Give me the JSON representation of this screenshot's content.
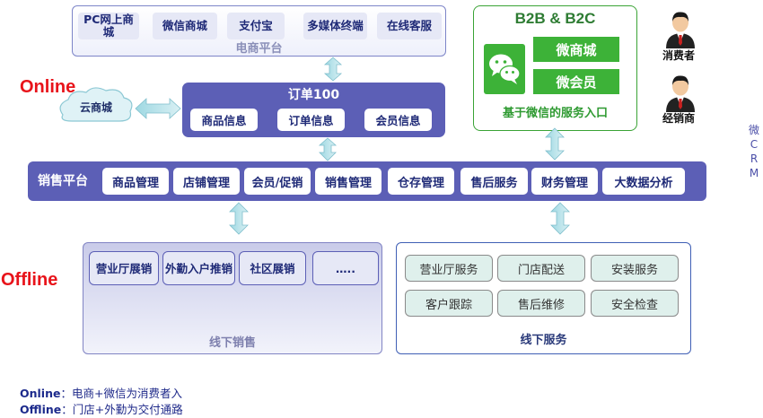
{
  "ecommerce_platform": {
    "title": "电商平台",
    "items": [
      "PC网上商城",
      "微信商城",
      "支付宝",
      "多媒体终端",
      "在线客服"
    ]
  },
  "b2b_b2c": {
    "title": "B2B & B2C",
    "buttons": [
      "微商城",
      "微会员"
    ],
    "subtitle": "基于微信的服务入口"
  },
  "people": [
    {
      "label": "消费者"
    },
    {
      "label": "经销商"
    }
  ],
  "crm_label": [
    "微",
    "C",
    "R",
    "M"
  ],
  "online_label": "Online",
  "offline_label": "Offline",
  "cloud": {
    "label": "云商城"
  },
  "order_center": {
    "title": "订单100",
    "items": [
      "商品信息",
      "订单信息",
      "会员信息"
    ]
  },
  "sales_platform": {
    "title": "销售平台",
    "items": [
      "商品管理",
      "店铺管理",
      "会员/促销",
      "销售管理",
      "仓存管理",
      "售后服务",
      "财务管理",
      "大数据分析"
    ]
  },
  "offline_sales": {
    "title": "线下销售",
    "items": [
      "营业厅展销",
      "外勤入户推销",
      "社区展销",
      "….."
    ]
  },
  "offline_service": {
    "title": "线下服务",
    "items": [
      "营业厅服务",
      "门店配送",
      "安装服务",
      "客户跟踪",
      "售后维修",
      "安全检查"
    ]
  },
  "notes": [
    {
      "key": "Online",
      "text": "：电商+微信为消费者入"
    },
    {
      "key": "Offline",
      "text": "：门店+外勤为交付通路"
    }
  ],
  "colors": {
    "primary_purple": "#5c5fb6",
    "accent_green": "#3db238",
    "label_red": "#e8131a",
    "text_navy": "#1f2a77"
  }
}
